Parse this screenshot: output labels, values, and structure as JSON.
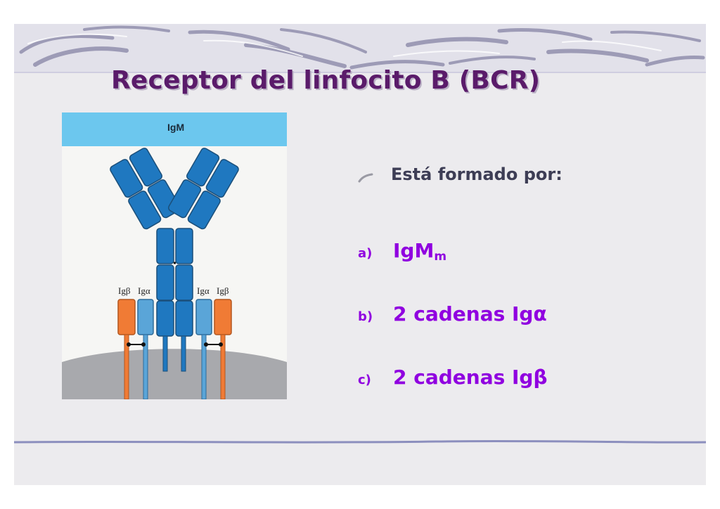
{
  "slide": {
    "title": "Receptor del linfocito B  (BCR)",
    "diagram": {
      "header": "IgM",
      "labels": {
        "ig_beta_left": "Igβ",
        "ig_alpha_left": "Igα",
        "ig_alpha_right": "Igα",
        "ig_beta_right": "Igβ"
      },
      "colors": {
        "header": "#6cc7ee",
        "heavy_chain": "#1f78c0",
        "ig_alpha": "#5aa5d8",
        "ig_beta": "#f07b35",
        "membrane": "#a8a9ad"
      }
    },
    "lead": "Está formado por:",
    "items": [
      {
        "marker": "a)",
        "text": "IgM",
        "sub": "m"
      },
      {
        "marker": "b)",
        "text": "2 cadenas Igα"
      },
      {
        "marker": "c)",
        "text": "2 cadenas Igβ"
      }
    ],
    "accent_color": "#9000e0",
    "title_color": "#5a1b6a"
  }
}
